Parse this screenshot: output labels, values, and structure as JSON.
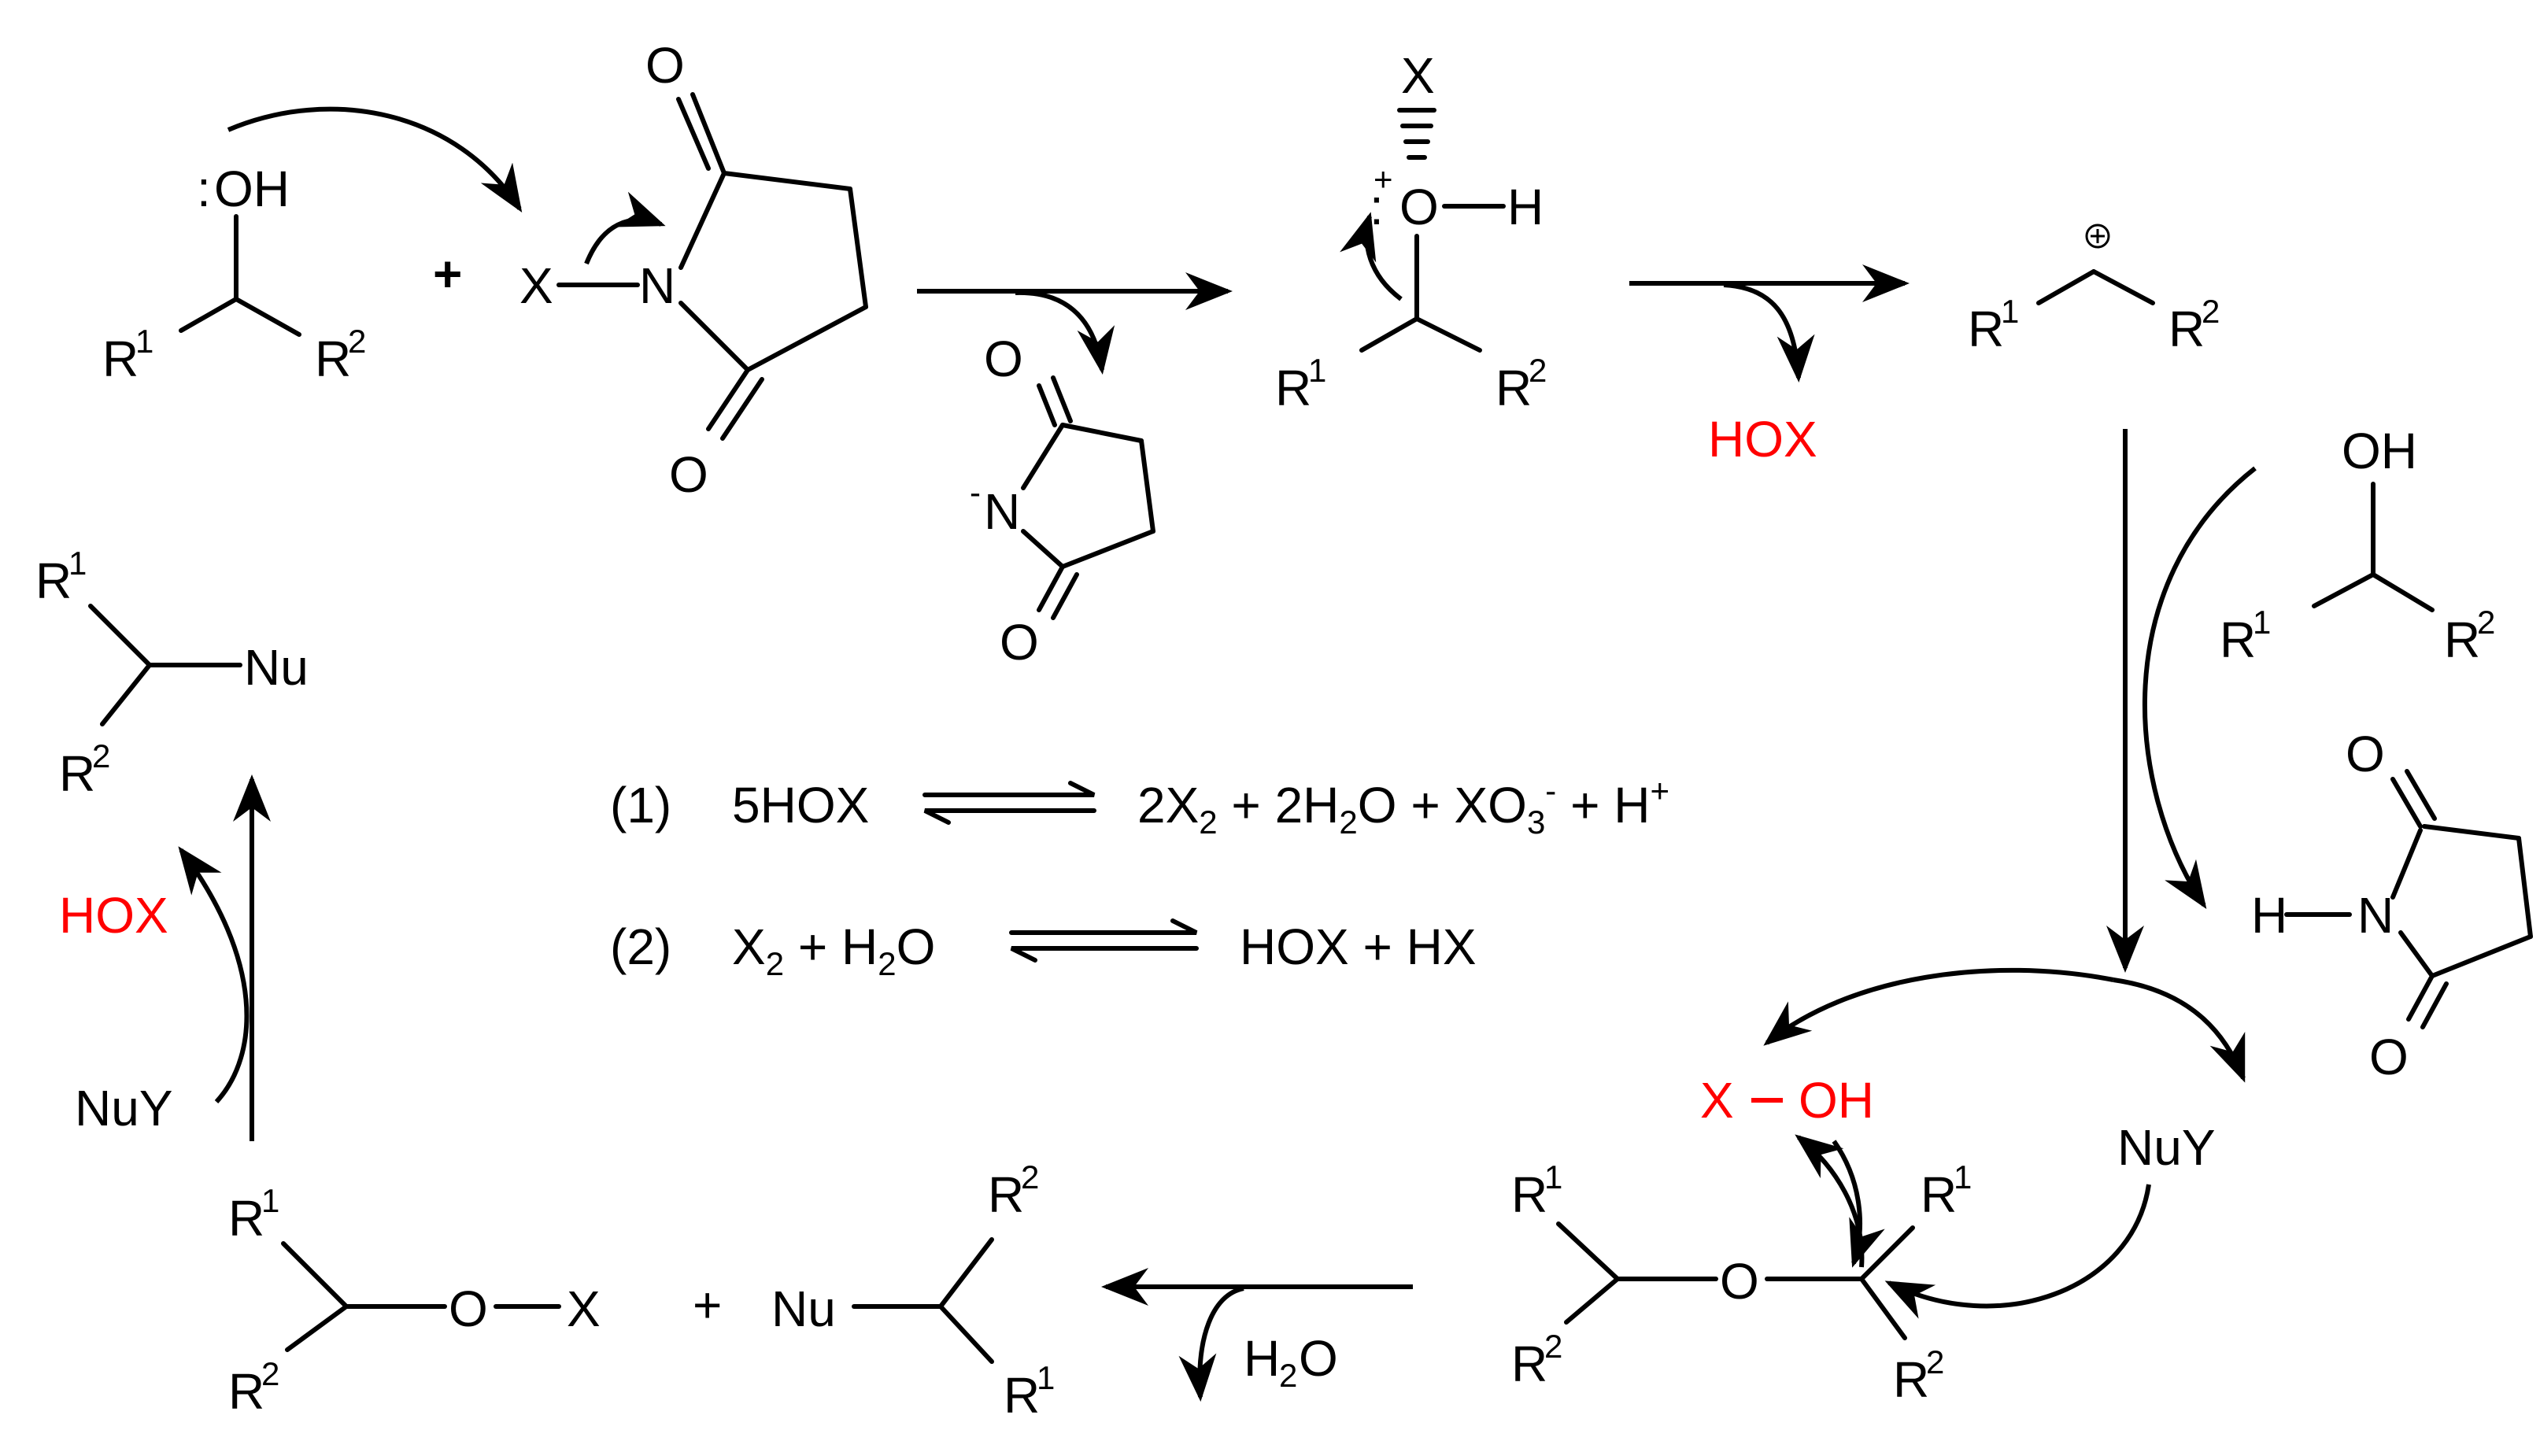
{
  "chart_data": {
    "type": "diagram",
    "labels": {
      "oh": "OH",
      "x": "X",
      "n": "N",
      "o": "O",
      "h": "H",
      "r": "R",
      "sup1": "1",
      "sup2": "2",
      "plus": "+",
      "minus": "-",
      "hox": "HOX",
      "nu": "Nu",
      "nuy": "NuY",
      "x_oh_x": "X",
      "x_oh_oh": "OH",
      "h2o_h": "H",
      "h2o_2": "2",
      "h2o_o": "O"
    },
    "equations": {
      "eq1_num": "(1)",
      "eq1_left": "5HOX",
      "eq1_r_a": "2X",
      "eq1_r_a_sub": "2",
      "eq1_r_b": " + 2H",
      "eq1_r_b_sub": "2",
      "eq1_r_c": "O + XO",
      "eq1_r_c_sub": "3",
      "eq1_r_c_sup": "-",
      "eq1_r_d": " + H",
      "eq1_r_d_sup": "+",
      "eq2_num": "(2)",
      "eq2_l_a": "X",
      "eq2_l_a_sub": "2",
      "eq2_l_b": " + H",
      "eq2_l_b_sub": "2",
      "eq2_l_c": "O",
      "eq2_right": "HOX + HX"
    },
    "colors": {
      "highlight": "#ff0000",
      "ink": "#000000"
    }
  }
}
